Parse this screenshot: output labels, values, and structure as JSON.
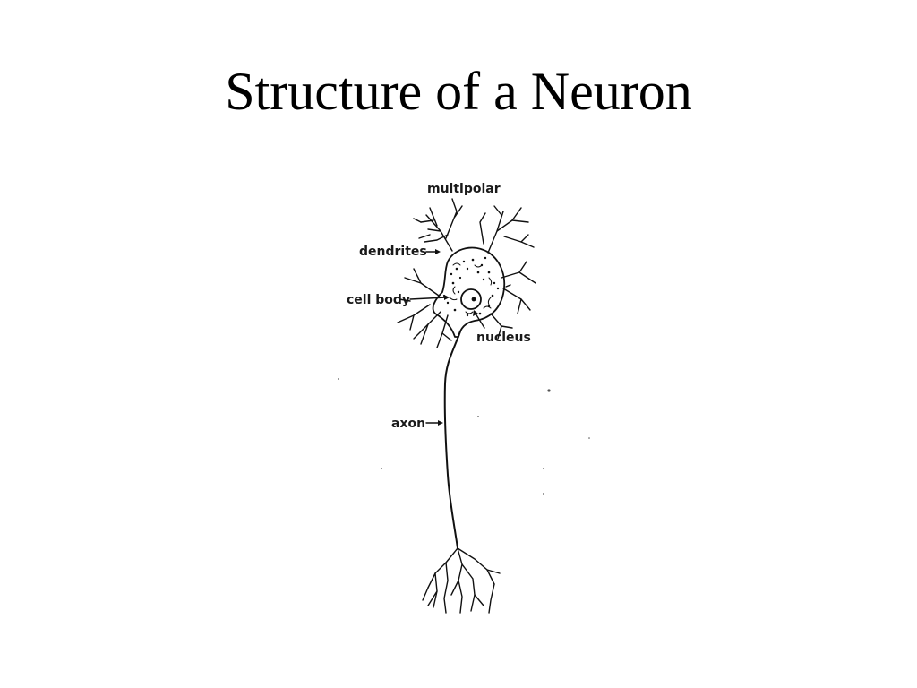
{
  "slide": {
    "title": "Structure of a Neuron"
  },
  "diagram": {
    "labels": {
      "multipolar": "multipolar",
      "dendrites": "dendrites",
      "cell_body": "cell body",
      "nucleus": "nucleus",
      "axon": "axon"
    }
  }
}
